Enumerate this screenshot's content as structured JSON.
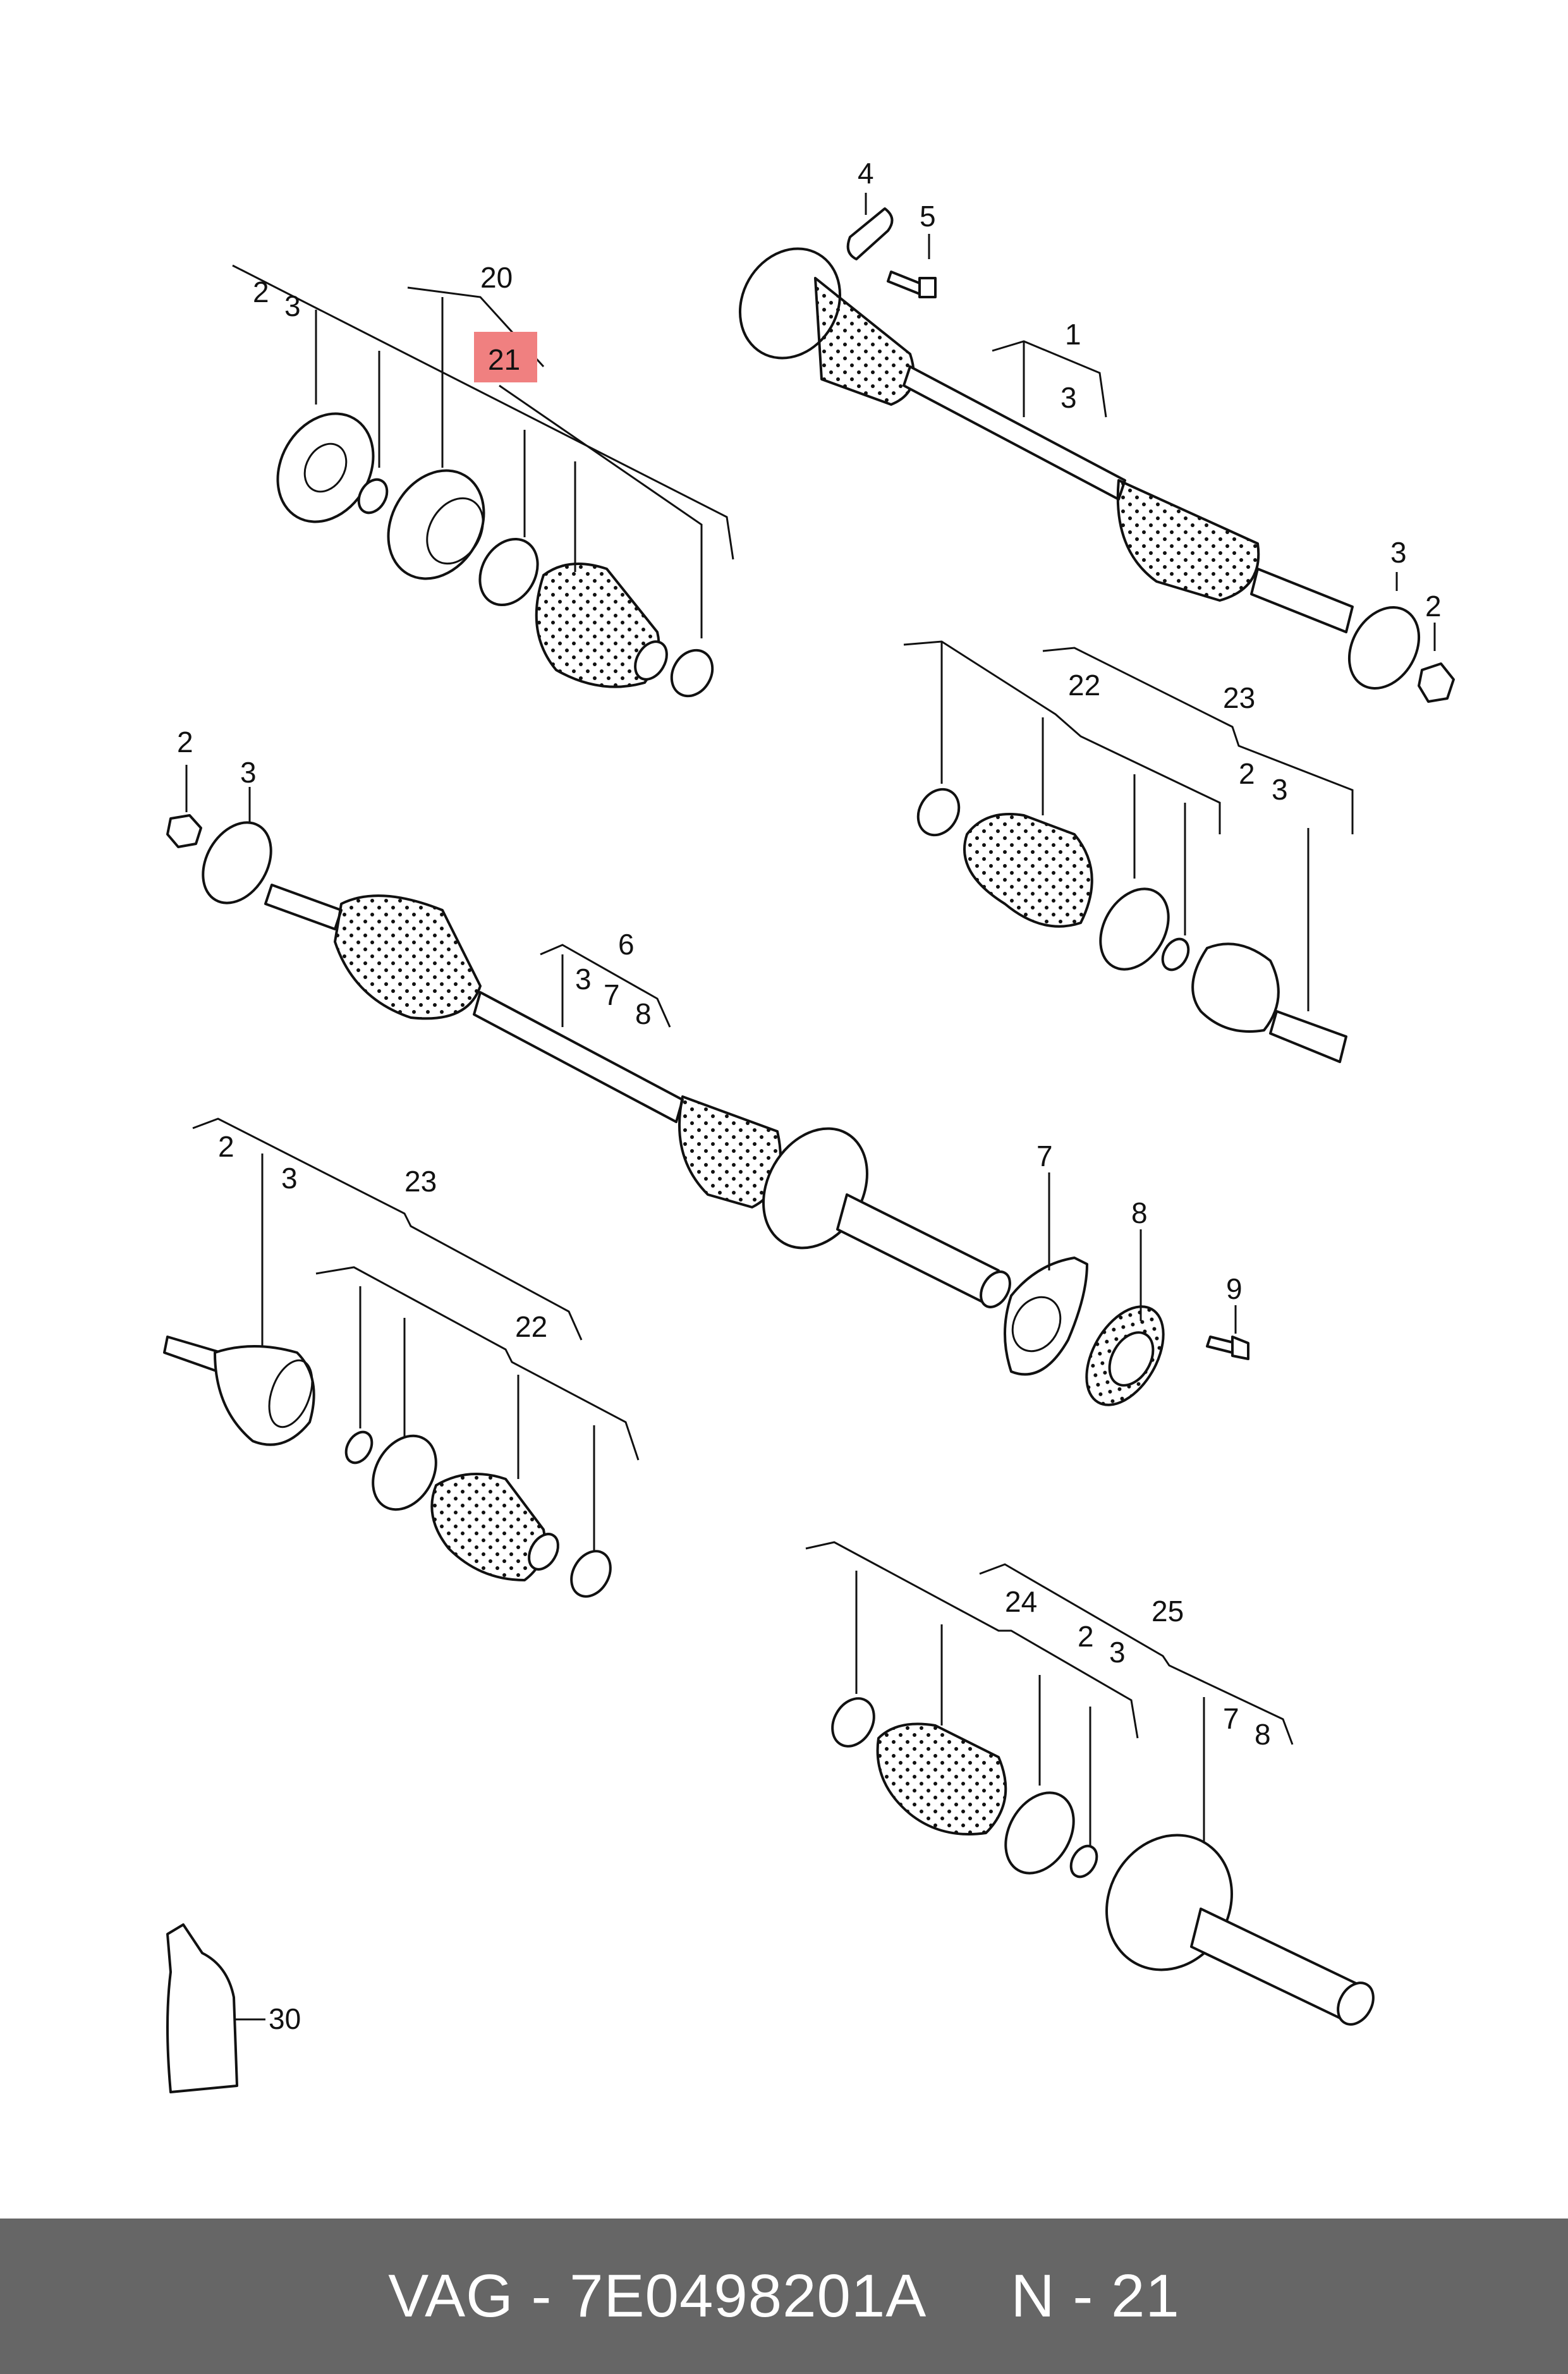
{
  "diagram": {
    "callouts": [
      "1",
      "2",
      "3",
      "4",
      "5",
      "6",
      "7",
      "8",
      "9",
      "20",
      "21",
      "22",
      "23",
      "24",
      "25",
      "30"
    ],
    "highlighted_callout": "21",
    "highlight_color": "#f08080"
  },
  "footer": {
    "brand": "VAG",
    "part_number": "7E0498201A",
    "reference": "N - 21",
    "text": "VAG - 7E0498201A     N - 21",
    "background": "#666666",
    "text_color": "#ffffff"
  }
}
